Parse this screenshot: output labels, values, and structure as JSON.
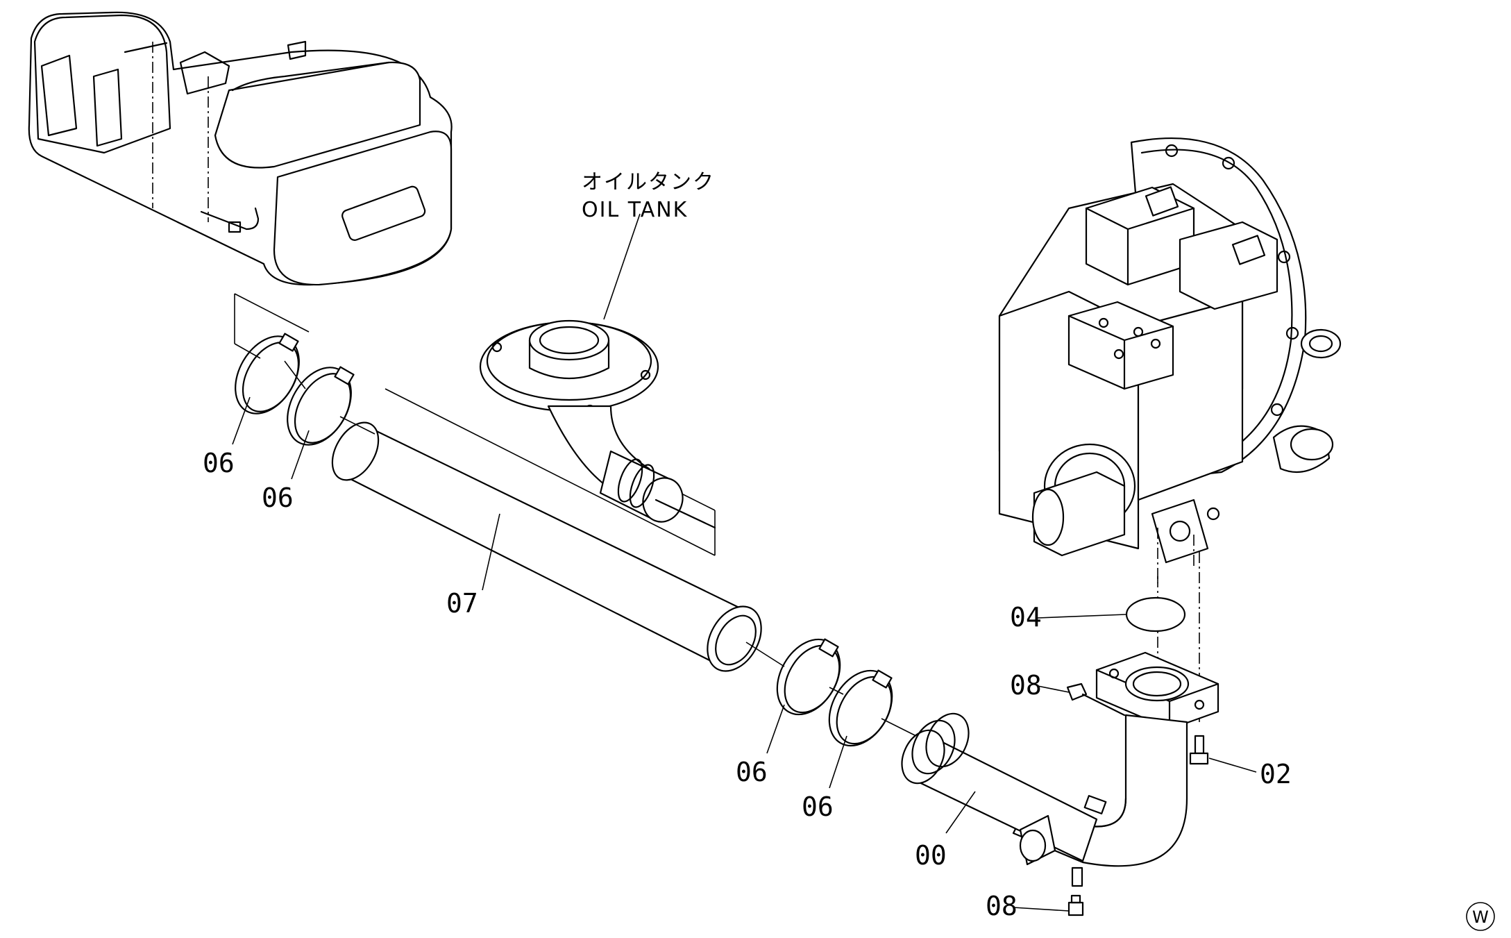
{
  "callouts": {
    "clamp_a": "06",
    "clamp_b": "06",
    "clamp_c": "06",
    "clamp_d": "06",
    "hose": "07",
    "o_ring": "04",
    "plug_top": "08",
    "plug_bottom": "08",
    "bolt": "02",
    "pipe": "00"
  },
  "oil_tank": {
    "label_jp": "オイルタンク",
    "label_en": "OIL TANK"
  },
  "corner_mark": "W",
  "colors": {
    "line": "#000000",
    "background": "#ffffff"
  }
}
